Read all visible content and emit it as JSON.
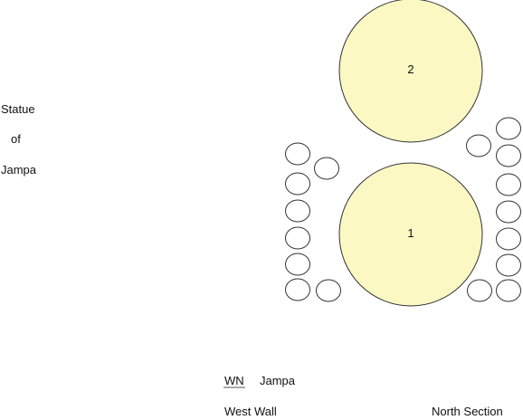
{
  "statue_label": {
    "line1": "Statue",
    "line2": "of",
    "line3": "Jampa"
  },
  "tables": [
    {
      "id": "table-2",
      "label": "2"
    },
    {
      "id": "table-1",
      "label": "1"
    }
  ],
  "seats_left_column_count": 6,
  "legend": {
    "code": "WN",
    "name": "Jampa"
  },
  "footer": {
    "left": "West Wall",
    "right": "North Section"
  },
  "colors": {
    "table_fill": "#fbf8c4",
    "stroke": "#333333"
  }
}
